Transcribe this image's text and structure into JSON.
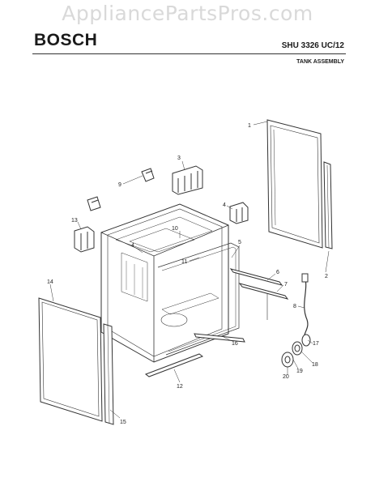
{
  "watermark": "AppliancePartsPros.com",
  "header": {
    "brand": "BOSCH",
    "model": "SHU 3326 UC/12",
    "section": "TANK ASSEMBLY"
  },
  "callouts": {
    "c1": "1",
    "c2": "2",
    "c3": "3",
    "c4a": "4",
    "c4b": "4",
    "c5": "5",
    "c6": "6",
    "c7": "7",
    "c8": "8",
    "c9": "9",
    "c10": "10",
    "c11": "11",
    "c12": "12",
    "c13": "13",
    "c14": "14",
    "c15": "15",
    "c16": "16",
    "c17": "17",
    "c18": "18",
    "c19": "19",
    "c20": "20"
  }
}
